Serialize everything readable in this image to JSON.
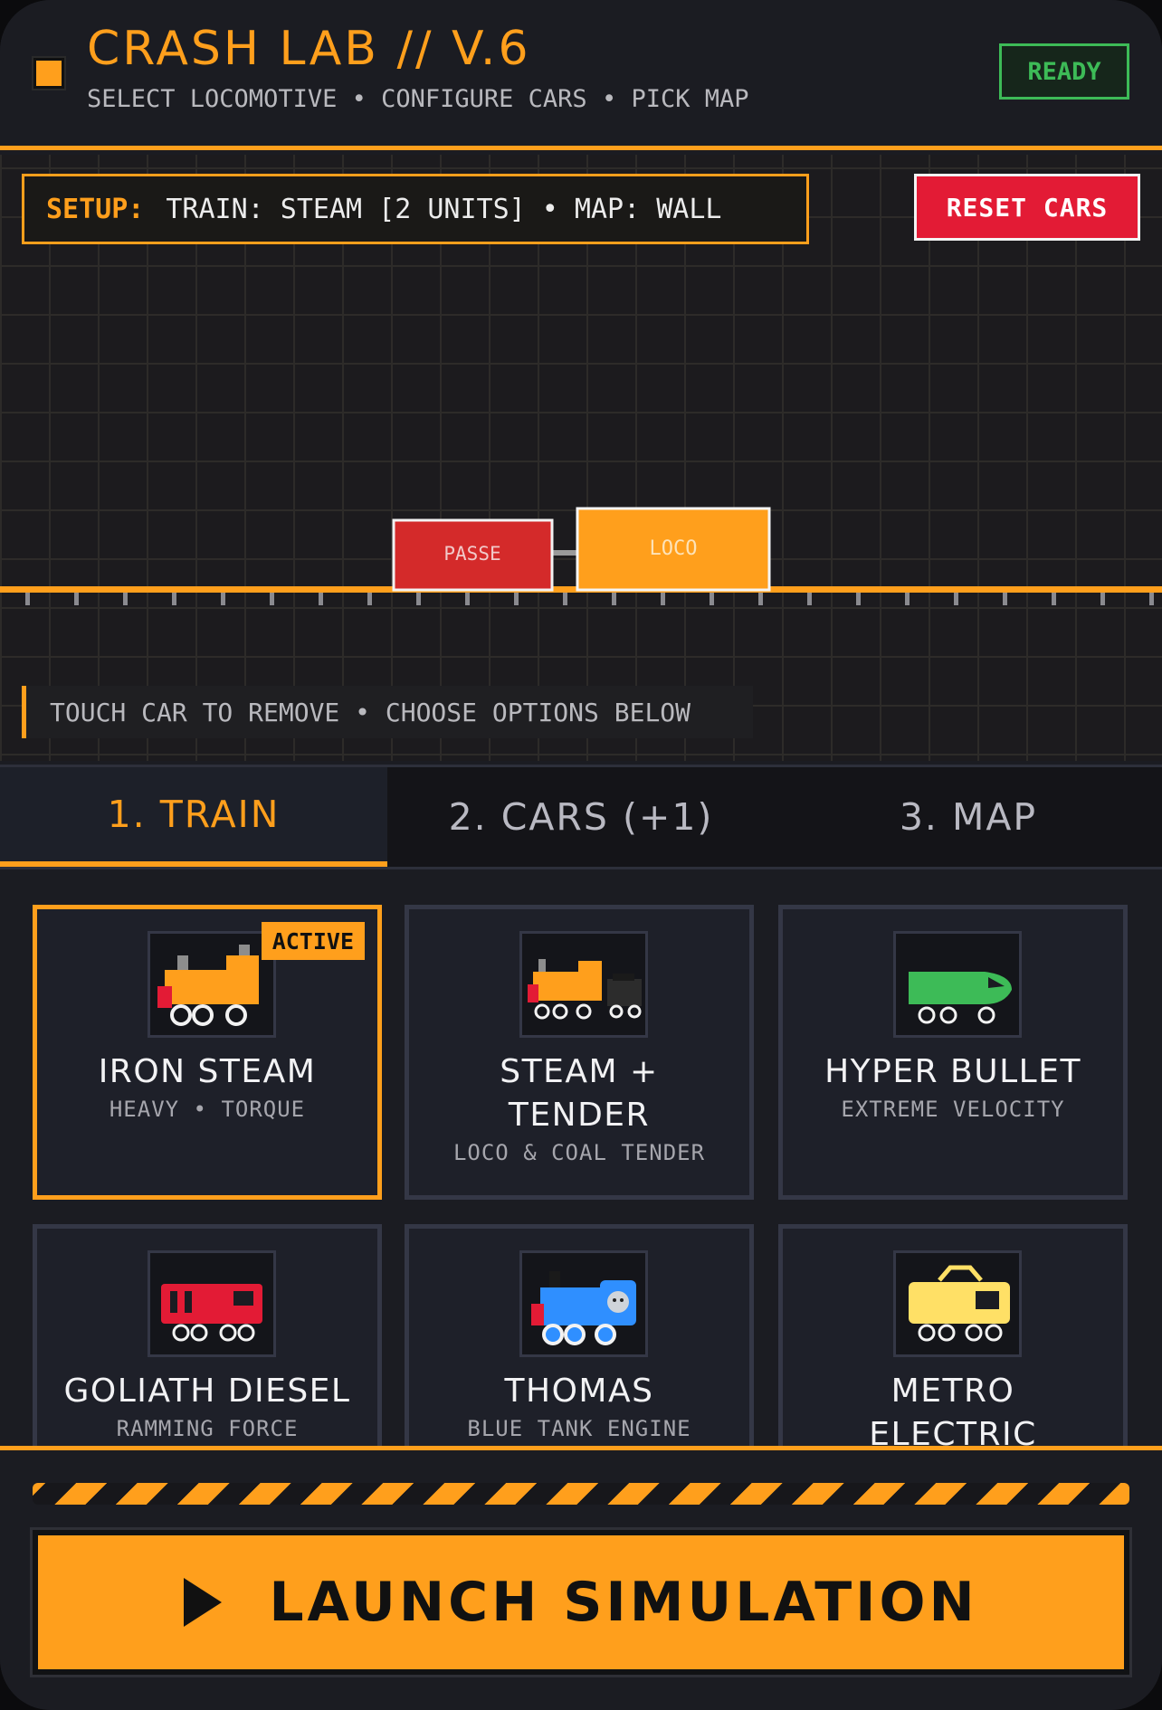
{
  "header": {
    "title": "CRASH LAB // V.6",
    "subtitle": "SELECT LOCOMOTIVE • CONFIGURE CARS • PICK MAP",
    "status": "READY",
    "accent_color": "#ff9f1c",
    "status_color": "#3dbb57"
  },
  "scene": {
    "setup_label": "SETUP:",
    "setup_value": "TRAIN: STEAM [2 UNITS] • MAP: WALL",
    "reset_label": "RESET CARS",
    "cars": [
      {
        "label": "PASSE",
        "color": "#d42a2a"
      },
      {
        "label": "LOCO",
        "color": "#ff9f1c"
      }
    ],
    "hint": "TOUCH CAR TO REMOVE • CHOOSE OPTIONS BELOW"
  },
  "tabs": [
    {
      "label": "1. TRAIN",
      "active": true
    },
    {
      "label": "2. CARS (+1)",
      "active": false
    },
    {
      "label": "3. MAP",
      "active": false
    }
  ],
  "trains": [
    {
      "name": "IRON STEAM",
      "desc": "HEAVY • TORQUE",
      "badge": "ACTIVE",
      "icon": "steam-locomotive-icon",
      "color": "#ff9f1c"
    },
    {
      "name": "STEAM + TENDER",
      "desc": "LOCO & COAL TENDER",
      "icon": "steam-tender-icon",
      "color": "#ff9f1c"
    },
    {
      "name": "HYPER BULLET",
      "desc": "EXTREME VELOCITY",
      "icon": "bullet-train-icon",
      "color": "#3dbb57"
    },
    {
      "name": "GOLIATH DIESEL",
      "desc": "RAMMING FORCE",
      "icon": "diesel-locomotive-icon",
      "color": "#e31b35"
    },
    {
      "name": "THOMAS",
      "desc": "BLUE TANK ENGINE",
      "icon": "tank-engine-icon",
      "color": "#2f8fff"
    },
    {
      "name": "METRO ELECTRIC",
      "desc": "",
      "icon": "electric-train-icon",
      "color": "#ffe066"
    }
  ],
  "footer": {
    "launch_label": "LAUNCH SIMULATION"
  }
}
